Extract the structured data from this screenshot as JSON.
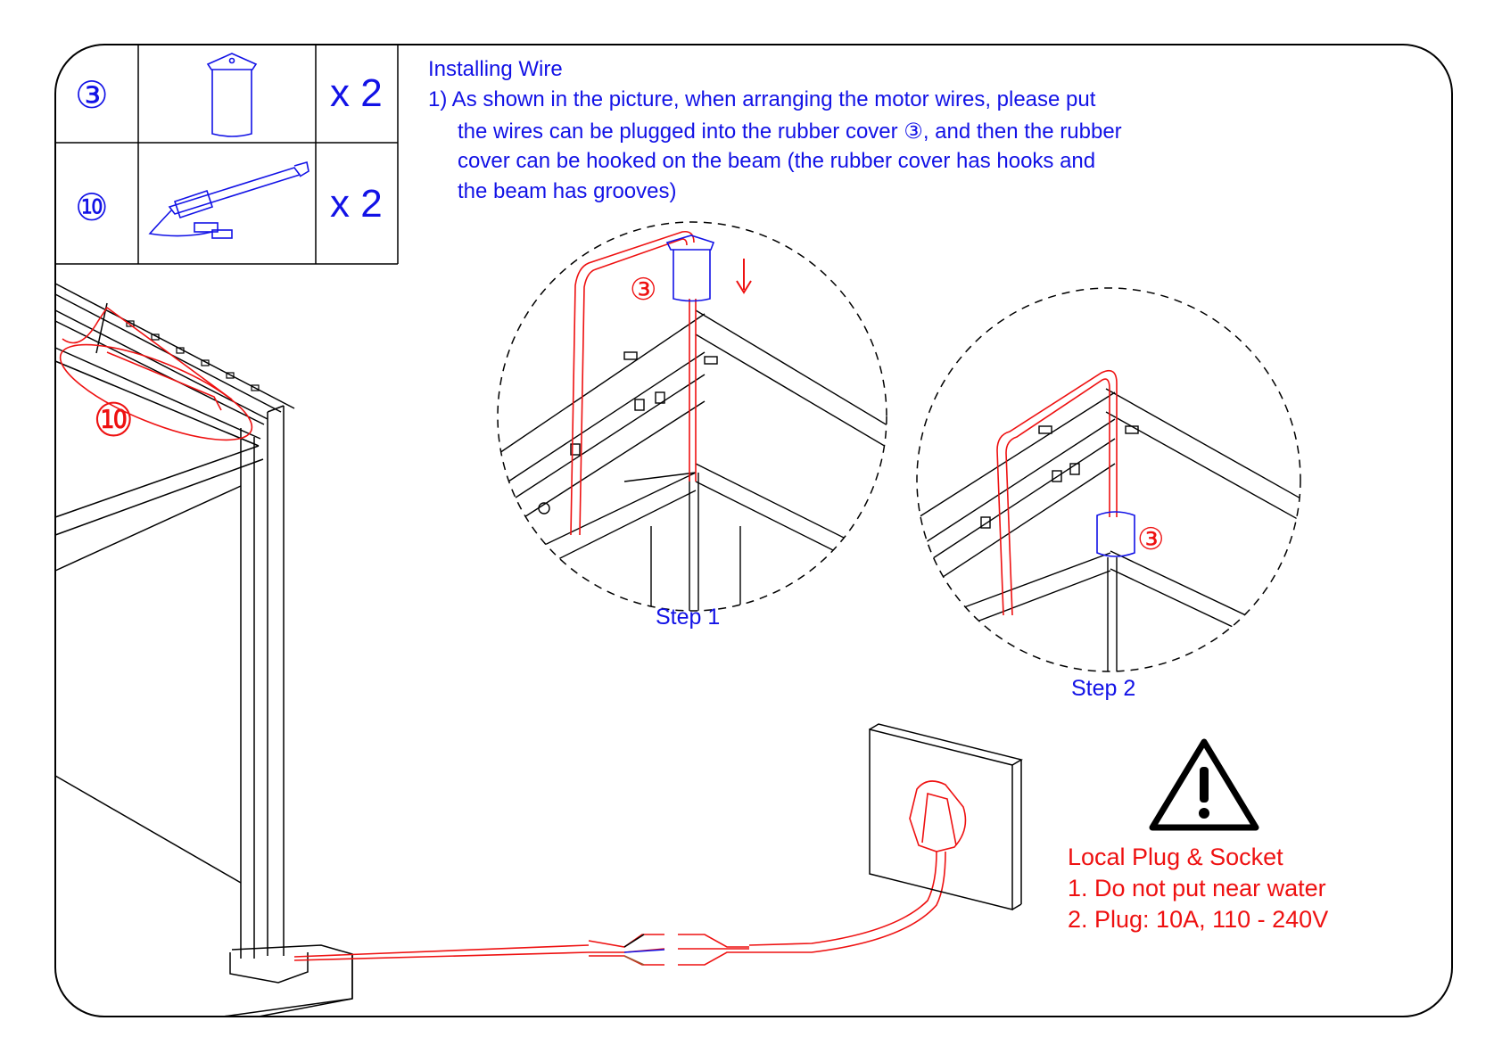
{
  "parts_table": [
    {
      "part_number": "③",
      "part_icon": "rubber-cover-icon",
      "quantity": "x 2"
    },
    {
      "part_number": "⑩",
      "part_icon": "motor-icon",
      "quantity": "x 2"
    }
  ],
  "instructions": {
    "title": "Installing Wire",
    "lines": [
      "1) As shown in the picture, when arranging the motor wires, please put",
      "the wires can be plugged into the rubber cover ③, and then the rubber",
      "cover can be hooked on the beam (the rubber cover has hooks and",
      "the beam has grooves)"
    ]
  },
  "callouts": {
    "motor_label": "⑩",
    "step1_cover_label": "③",
    "step1_arrow": "↓",
    "step2_cover_label": "③"
  },
  "steps": [
    "Step 1",
    "Step 2"
  ],
  "warning": {
    "icon": "warning-triangle-icon",
    "title": "Local Plug & Socket",
    "items": [
      "1. Do not put near water",
      "2. Plug: 10A, 110 - 240V"
    ]
  },
  "colors": {
    "instruction_text": "#1212e6",
    "wire": "#ee1111",
    "line_art": "#000000"
  }
}
